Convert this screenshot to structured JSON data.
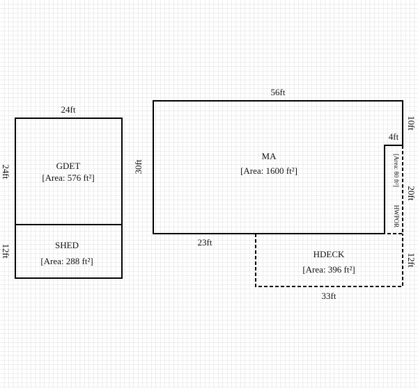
{
  "colors": {
    "grid": "#d4d4d4",
    "grid_major": "#bdbdbd",
    "line": "#000000"
  },
  "areas": {
    "gdet": {
      "name": "GDET",
      "area": "[Area: 576 ft²]",
      "top": "24ft",
      "left": "24ft"
    },
    "shed": {
      "name": "SHED",
      "area": "[Area: 288 ft²]",
      "left": "12ft"
    },
    "ma": {
      "name": "MA",
      "area": "[Area: 1600 ft²]",
      "top": "56ft",
      "left": "30ft",
      "right_upper": "10ft",
      "notch": "4ft",
      "bottom": "23ft"
    },
    "hwpor": {
      "name": "HWPOR",
      "area": "[Area: 80 ft²]",
      "right": "20ft"
    },
    "hdeck": {
      "name": "HDECK",
      "area": "[Area: 396 ft²]",
      "right": "12ft",
      "bottom": "33ft"
    }
  }
}
